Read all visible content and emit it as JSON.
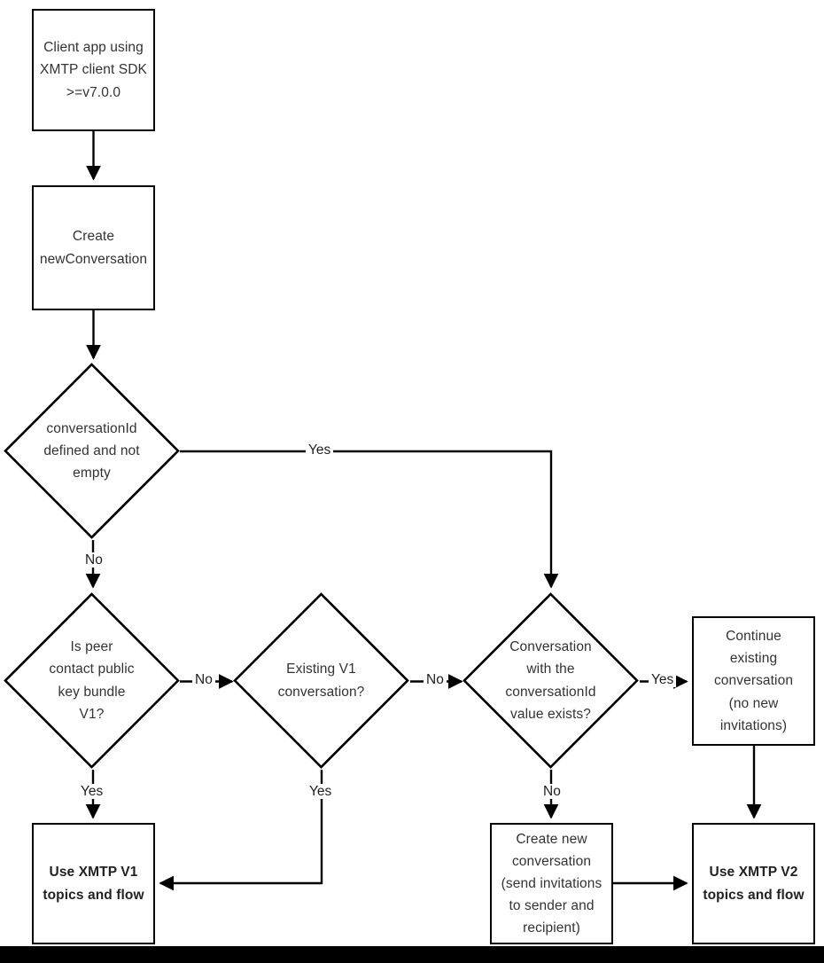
{
  "diagram": {
    "type": "flowchart",
    "title": "XMTP conversation creation decision flow",
    "background": "#ffffff",
    "stroke": "#000000",
    "text_color": "#333333",
    "nodes": [
      {
        "id": "client-app",
        "shape": "box",
        "label": "Client app using\nXMTP client SDK\n>=v7.0.0",
        "bold": false
      },
      {
        "id": "create-new-conversation",
        "shape": "box",
        "label": "Create\nnewConversation",
        "bold": false
      },
      {
        "id": "conversation-id-defined",
        "shape": "diamond",
        "label": "conversationId\ndefined and not\nempty",
        "bold": false
      },
      {
        "id": "peer-key-bundle-v1",
        "shape": "diamond",
        "label": "Is peer\ncontact public\nkey bundle\nV1?",
        "bold": false
      },
      {
        "id": "existing-v1-conversation",
        "shape": "diamond",
        "label": "Existing V1\nconversation?",
        "bold": false
      },
      {
        "id": "conversation-id-exists",
        "shape": "diamond",
        "label": "Conversation\nwith the\nconversationId\nvalue exists?",
        "bold": false
      },
      {
        "id": "continue-existing",
        "shape": "box",
        "label": "Continue\nexisting\nconversation\n(no new\ninvitations)",
        "bold": false
      },
      {
        "id": "create-new-conv-invites",
        "shape": "box",
        "label": "Create new\nconversation\n(send invitations\nto sender and\nrecipient)",
        "bold": false
      },
      {
        "id": "use-xmtp-v1",
        "shape": "box",
        "label": "Use XMTP V1\ntopics and flow",
        "bold": true
      },
      {
        "id": "use-xmtp-v2",
        "shape": "box",
        "label": "Use XMTP V2\ntopics and flow",
        "bold": true
      }
    ],
    "edges": [
      {
        "from": "client-app",
        "to": "create-new-conversation",
        "label": ""
      },
      {
        "from": "create-new-conversation",
        "to": "conversation-id-defined",
        "label": ""
      },
      {
        "from": "conversation-id-defined",
        "to": "conversation-id-exists",
        "label": "Yes"
      },
      {
        "from": "conversation-id-defined",
        "to": "peer-key-bundle-v1",
        "label": "No"
      },
      {
        "from": "peer-key-bundle-v1",
        "to": "existing-v1-conversation",
        "label": "No"
      },
      {
        "from": "peer-key-bundle-v1",
        "to": "use-xmtp-v1",
        "label": "Yes"
      },
      {
        "from": "existing-v1-conversation",
        "to": "conversation-id-exists",
        "label": "No"
      },
      {
        "from": "existing-v1-conversation",
        "to": "use-xmtp-v1",
        "label": "Yes"
      },
      {
        "from": "conversation-id-exists",
        "to": "continue-existing",
        "label": "Yes"
      },
      {
        "from": "conversation-id-exists",
        "to": "create-new-conv-invites",
        "label": "No"
      },
      {
        "from": "continue-existing",
        "to": "use-xmtp-v2",
        "label": ""
      },
      {
        "from": "create-new-conv-invites",
        "to": "use-xmtp-v2",
        "label": ""
      }
    ],
    "edge_labels": {
      "conv_id_yes": "Yes",
      "conv_id_no": "No",
      "peer_v1_no": "No",
      "peer_v1_yes": "Yes",
      "existing_v1_no": "No",
      "existing_v1_yes": "Yes",
      "conv_exists_yes": "Yes",
      "conv_exists_no": "No"
    }
  }
}
